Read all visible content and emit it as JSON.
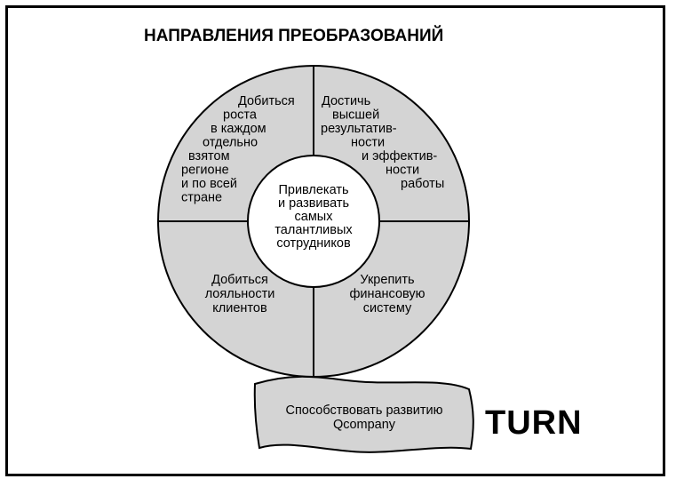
{
  "title": "НАПРАВЛЕНИЯ ПРЕОБРАЗОВАНИЙ",
  "center": {
    "lines": [
      "Привлекать",
      "и развивать",
      "самых",
      "талантливых",
      "сотрудников"
    ]
  },
  "quadrants": {
    "top_left": {
      "lines": [
        "Добиться",
        "роста",
        "в каждом",
        "отдельно",
        "взятом",
        "регионе",
        "и по всей",
        "стране"
      ]
    },
    "top_right": {
      "lines": [
        "Достичь",
        "высшей",
        "результатив-",
        "ности",
        "и эффектив-",
        "ности",
        "работы"
      ]
    },
    "bottom_left": {
      "lines": [
        "Добиться",
        "лояльности",
        "клиентов"
      ]
    },
    "bottom_right": {
      "lines": [
        "Укрепить",
        "финансовую",
        "систему"
      ]
    }
  },
  "banner": {
    "lines": [
      "Способствовать развитию",
      "Qcompany"
    ]
  },
  "logo": "TURN",
  "colors": {
    "fill": "#d4d4d4",
    "line": "#000000",
    "background": "#ffffff"
  }
}
